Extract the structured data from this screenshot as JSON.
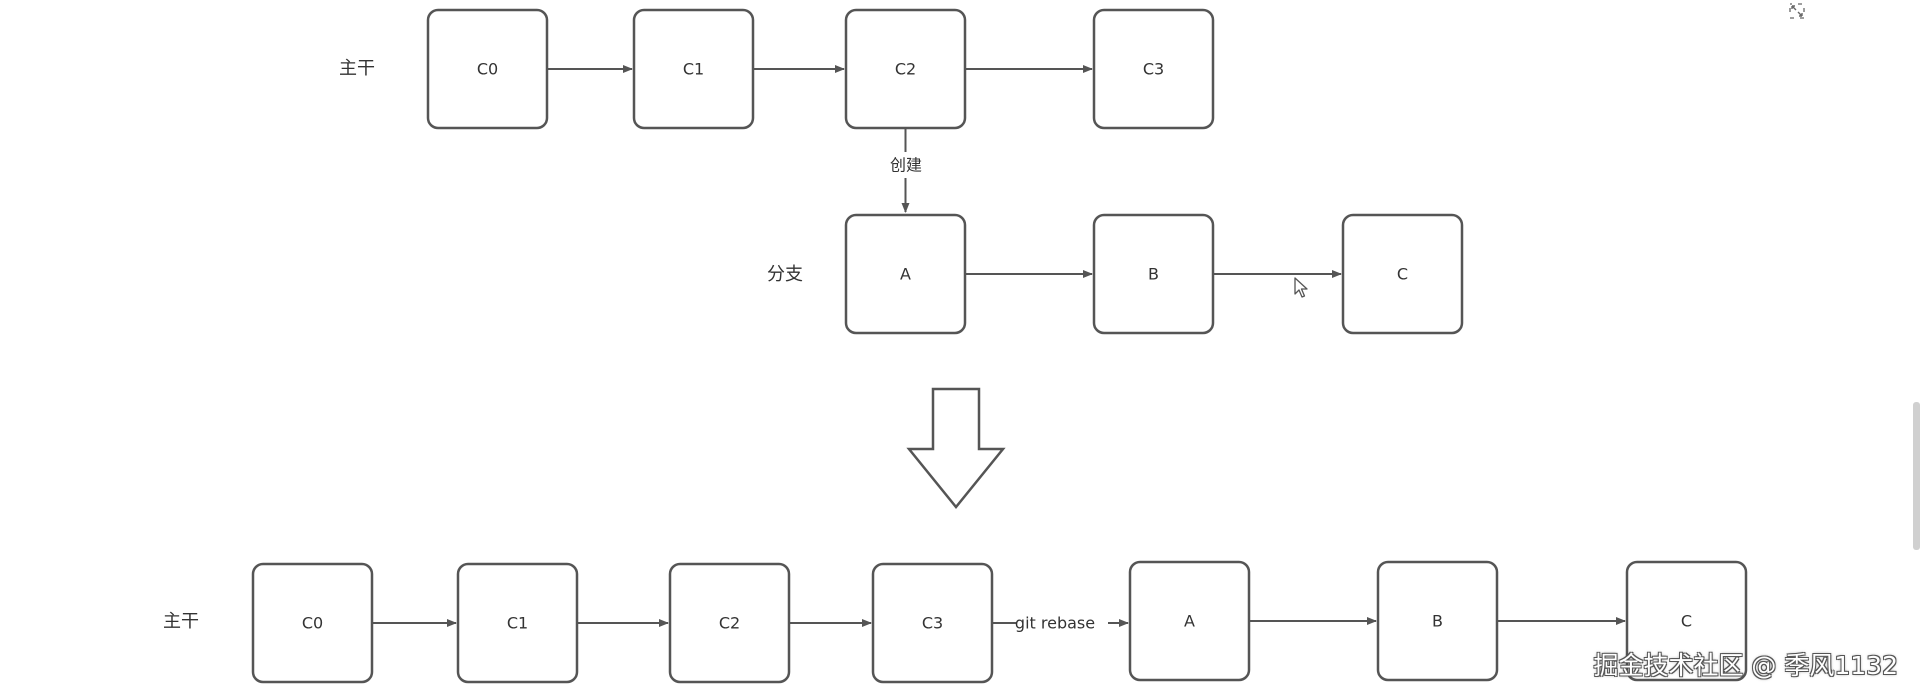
{
  "diagram": {
    "lane_labels": [
      "主干",
      "分支",
      "主干"
    ],
    "nodes": {
      "top_main": [
        "C0",
        "C1",
        "C2",
        "C3"
      ],
      "branch": [
        "A",
        "B",
        "C"
      ],
      "bottom_main": [
        "C0",
        "C1",
        "C2",
        "C3",
        "A",
        "B",
        "C"
      ]
    },
    "edge_labels": {
      "create": "创建",
      "rebase": "git rebase"
    }
  },
  "watermark": "掘金技术社区 @ 季风1132",
  "icons": [
    "expand-icon",
    "mouse-cursor-icon",
    "down-arrow-icon"
  ],
  "colors": {
    "stroke": "#555555",
    "text": "#333333",
    "background": "#ffffff"
  }
}
